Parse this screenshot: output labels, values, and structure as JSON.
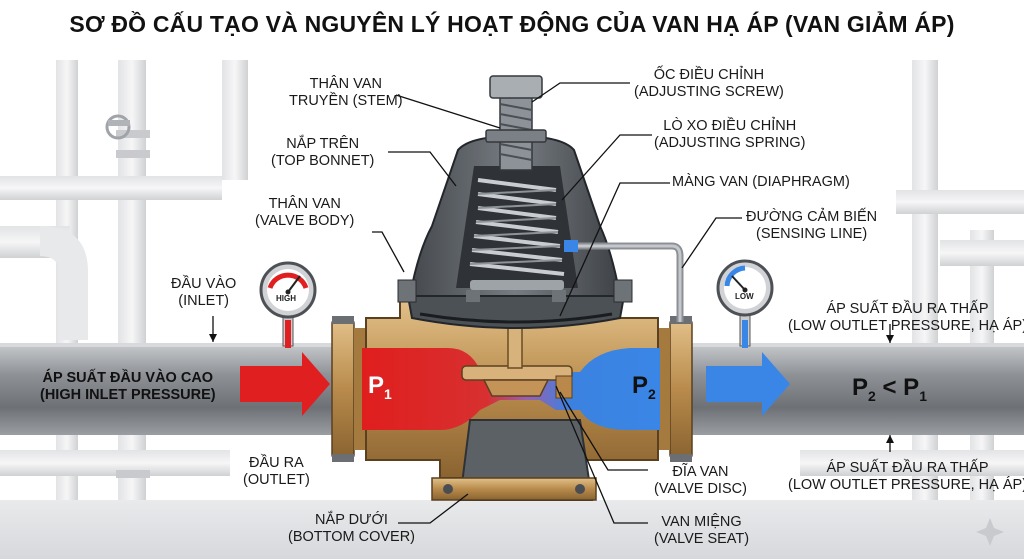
{
  "title": "SƠ ĐỒ CẤU TẠO VÀ NGUYÊN LÝ HOẠT ĐỘNG CỦA VAN HẠ ÁP (VAN GIẢM ÁP)",
  "labels": {
    "stem": {
      "vi": "THÂN VAN",
      "en": "TRUYỀN (STEM)"
    },
    "top_bonnet": {
      "vi": "NẮP TRÊN",
      "en": "(TOP BONNET)"
    },
    "valve_body": {
      "vi": "THÂN VAN",
      "en": "(VALVE BODY)"
    },
    "inlet": {
      "vi": "ĐẦU VÀO",
      "en": "(INLET)"
    },
    "high_inlet": {
      "vi": "ÁP SUẤT ĐẦU VÀO CAO",
      "en": "(HIGH INLET PRESSURE)"
    },
    "outlet": {
      "vi": "ĐẦU RA",
      "en": "(OUTLET)"
    },
    "bottom_cover": {
      "vi": "NẮP DƯỚI",
      "en": "(BOTTOM COVER)"
    },
    "adjusting_screw": {
      "vi": "ỐC ĐIỀU CHỈNH",
      "en": "(ADJUSTING SCREW)"
    },
    "adjusting_spring": {
      "vi": "LÒ XO ĐIỀU CHỈNH",
      "en": "(ADJUSTING SPRING)"
    },
    "diaphragm": {
      "vi": "MÀNG VAN (DIAPHRAGM)"
    },
    "sensing_line": {
      "vi": "ĐƯỜNG CẢM BIẾN",
      "en": "(SENSING LINE)"
    },
    "low_outlet_top": {
      "vi": "ÁP SUẤT ĐẦU RA THẤP",
      "en": "(LOW OUTLET PRESSURE, HẠ ÁP)"
    },
    "low_outlet_bottom": {
      "vi": "ÁP SUẤT ĐẦU RA THẤP",
      "en": "(LOW OUTLET PRESSURE, HẠ ÁP)"
    },
    "valve_disc": {
      "vi": "ĐĨA VAN",
      "en": "(VALVE DISC)"
    },
    "valve_seat": {
      "vi": "VAN MIỆNG",
      "en": "(VALVE SEAT)"
    }
  },
  "gauges": {
    "high": "HIGH",
    "low": "LOW"
  },
  "pressure": {
    "p1": "P",
    "p1_sub": "1",
    "p2": "P",
    "p2_sub": "2",
    "relation_a": "P",
    "relation_a_sub": "2",
    "relation_op": " < ",
    "relation_b": "P",
    "relation_b_sub": "1"
  },
  "colors": {
    "high_pressure": "#e02020",
    "low_pressure": "#2f7fe0",
    "brass": "#c9a064",
    "body_dark": "#555a60",
    "pipe": "#9ea2a8"
  }
}
